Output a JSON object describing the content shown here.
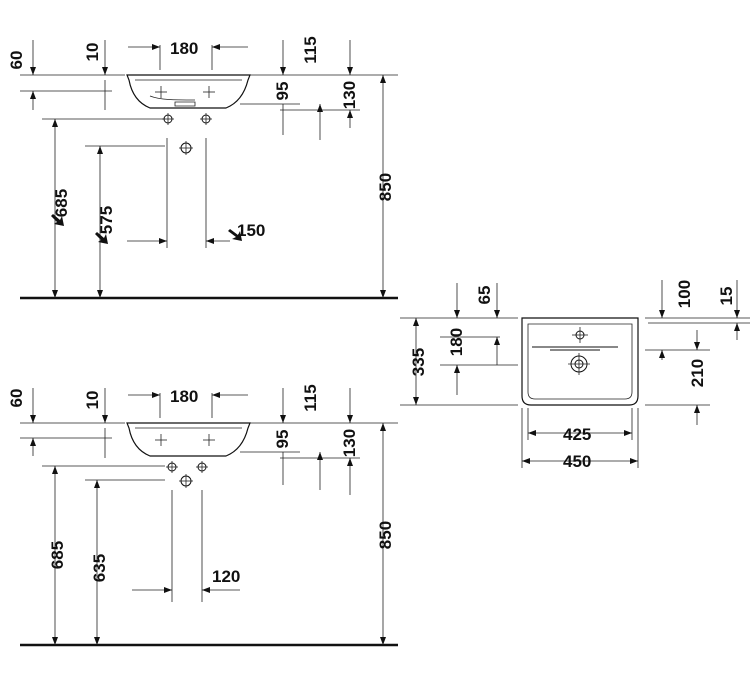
{
  "top_view_1": {
    "d60": "60",
    "d10": "10",
    "d180": "180",
    "d115": "115",
    "d95": "95",
    "d130": "130",
    "d685": "685",
    "d575": "575",
    "d150": "150",
    "d850": "850"
  },
  "top_view_2": {
    "d60": "60",
    "d10": "10",
    "d180": "180",
    "d115": "115",
    "d95": "95",
    "d130": "130",
    "d685": "685",
    "d635": "635",
    "d120": "120",
    "d850": "850"
  },
  "plan_view": {
    "d65": "65",
    "d180": "180",
    "d335": "335",
    "d100": "100",
    "d15": "15",
    "d210": "210",
    "d425": "425",
    "d450": "450"
  }
}
